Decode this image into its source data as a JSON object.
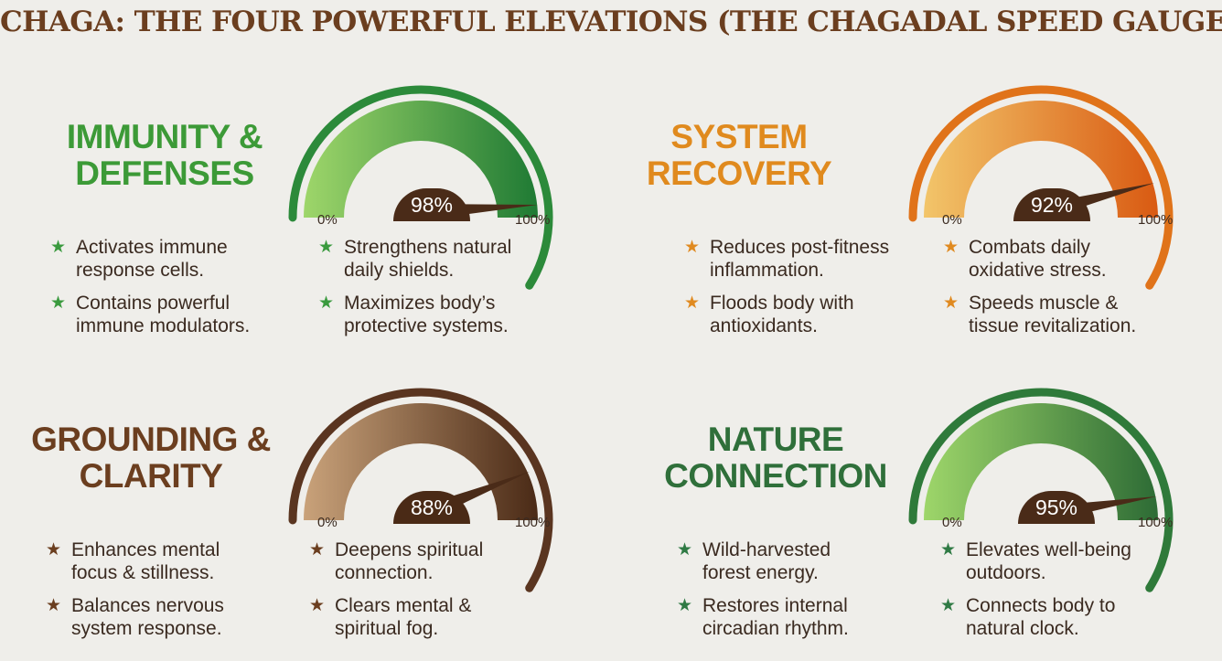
{
  "title": "CHAGA: THE FOUR POWERFUL ELEVATIONS (THE CHAGADAL SPEED GAUGES)",
  "panels": [
    {
      "heading": "IMMUNITY &\nDEFENSES",
      "heading_color": "#3c9a37",
      "gauge": {
        "value": 98,
        "label": "98%",
        "min_label": "0%",
        "max_label": "100%",
        "color_light": "#9ed66a",
        "color_dark": "#1f7a34",
        "rim_color": "#2c8a3a"
      },
      "star_color": "#3a9a3e",
      "bullets": [
        "Activates immune\nresponse cells.",
        "Strengthens natural\ndaily shields.",
        "Contains powerful\nimmune modulators.",
        "Maximizes body’s\nprotective systems."
      ]
    },
    {
      "heading": "SYSTEM\nRECOVERY",
      "heading_color": "#e08a1e",
      "gauge": {
        "value": 92,
        "label": "92%",
        "min_label": "0%",
        "max_label": "100%",
        "color_light": "#f2c56a",
        "color_dark": "#d95a12",
        "rim_color": "#e0731a"
      },
      "star_color": "#e08a20",
      "bullets": [
        "Reduces post-fitness\ninflammation.",
        "Combats daily\noxidative stress.",
        "Floods body with\nantioxidants.",
        "Speeds muscle &\ntissue revitalization."
      ]
    },
    {
      "heading": "GROUNDING\n& CLARITY",
      "heading_color": "#6b3e1f",
      "gauge": {
        "value": 88,
        "label": "88%",
        "min_label": "0%",
        "max_label": "100%",
        "color_light": "#c9a27a",
        "color_dark": "#4a2a16",
        "rim_color": "#5a3520"
      },
      "star_color": "#6b3e1f",
      "bullets": [
        "Enhances mental\nfocus & stillness.",
        "Deepens spiritual\nconnection.",
        "Balances nervous\nsystem response.",
        "Clears mental &\nspiritual fog."
      ]
    },
    {
      "heading": "NATURE\nCONNECTION",
      "heading_color": "#2f6f3a",
      "gauge": {
        "value": 95,
        "label": "95%",
        "min_label": "0%",
        "max_label": "100%",
        "color_light": "#9ed66a",
        "color_dark": "#2d6b35",
        "rim_color": "#2f7a3a"
      },
      "star_color": "#2f7a44",
      "bullets": [
        "Wild-harvested\nforest energy.",
        "Elevates well-being\noutdoors.",
        "Restores internal\ncircadian rhythm.",
        "Connects body to\nnatural clock."
      ]
    }
  ]
}
